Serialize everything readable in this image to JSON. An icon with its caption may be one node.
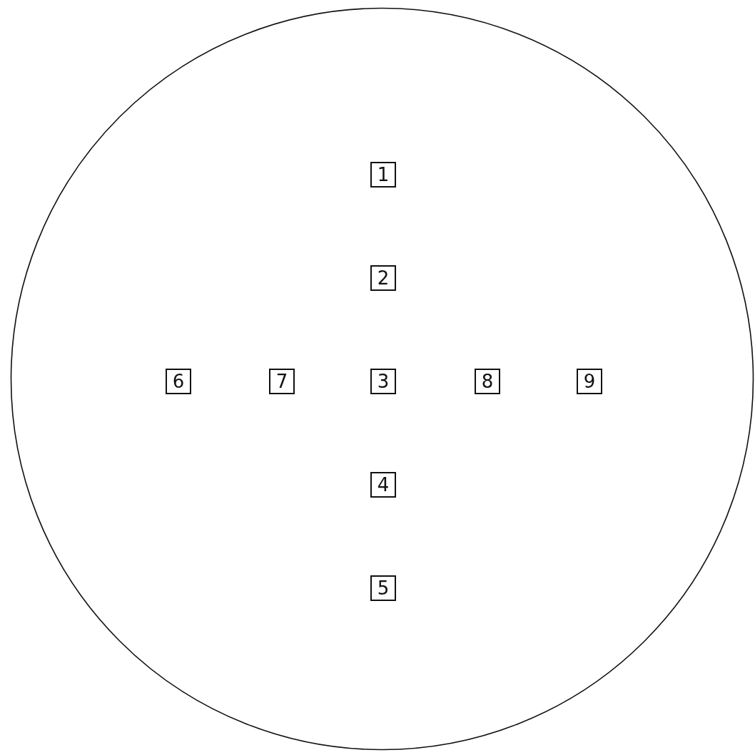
{
  "diagram": {
    "nodes": [
      {
        "text": [],
        "shape": "circle"
      },
      {
        "text": [
          "1"
        ],
        "in": 0
      },
      {
        "text": [
          "2"
        ],
        "in": 0
      },
      {
        "text": [
          "3"
        ],
        "in": 0
      },
      {
        "text": [
          "4"
        ],
        "in": 0
      },
      {
        "text": [
          "5"
        ],
        "in": 0
      },
      {
        "text": [
          "6"
        ],
        "in": 0
      },
      {
        "text": [
          "7"
        ],
        "in": 0
      },
      {
        "text": [
          "8"
        ],
        "in": 0
      },
      {
        "text": [
          "9"
        ],
        "in": 0
      }
    ]
  }
}
